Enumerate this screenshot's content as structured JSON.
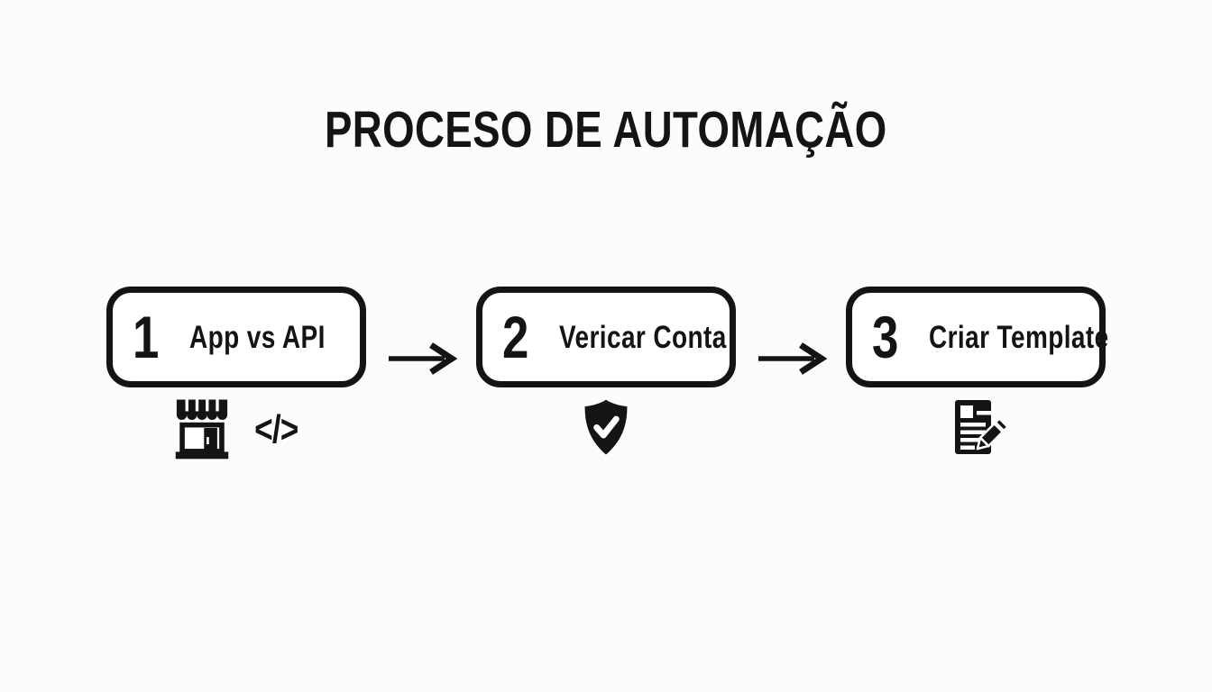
{
  "title": "PROCESO DE AUTOMAÇÃO",
  "steps": [
    {
      "number": "1",
      "label": "App vs API"
    },
    {
      "number": "2",
      "label": "Vericar Conta"
    },
    {
      "number": "3",
      "label": "Criar Template"
    }
  ],
  "icons": {
    "step1": [
      "storefront-icon",
      "code-icon"
    ],
    "step2": [
      "shield-check-icon"
    ],
    "step3": [
      "document-edit-icon"
    ],
    "code_text": "</>"
  },
  "colors": {
    "background": "#fcfcfc",
    "ink": "#141414"
  }
}
